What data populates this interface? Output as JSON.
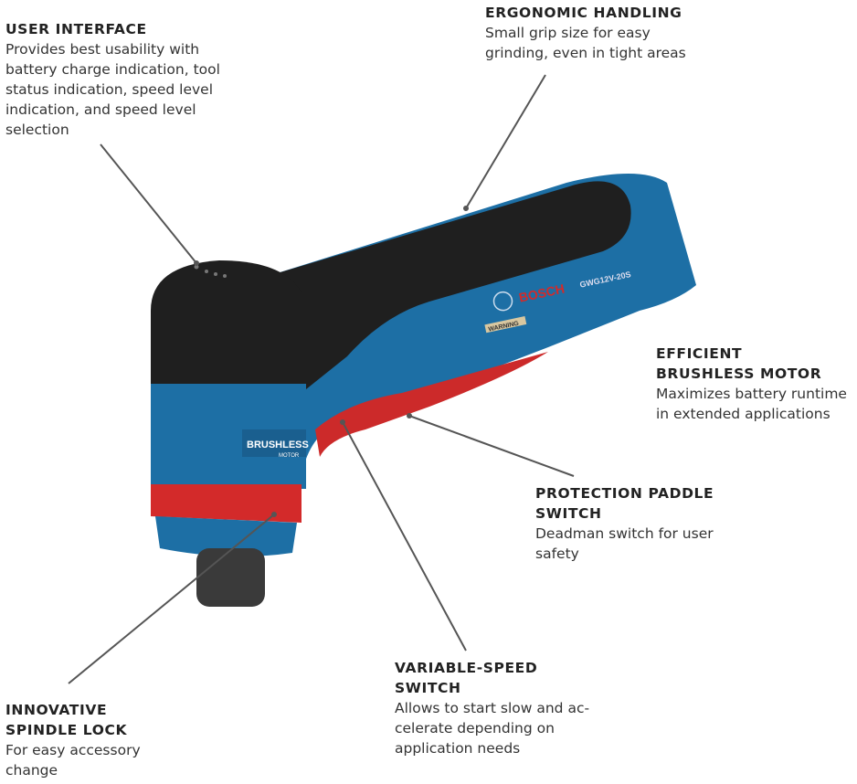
{
  "callouts": {
    "user_interface": {
      "title": "USER INTERFACE",
      "lines": [
        "Provides best usability with",
        "battery charge indication, tool",
        "status indication, speed level",
        "indication, and speed level",
        "selection"
      ]
    },
    "ergonomic": {
      "title": "ERGONOMIC HANDLING",
      "lines": [
        "Small grip size for easy",
        "grinding, even in tight areas"
      ]
    },
    "motor": {
      "title_lines": [
        "EFFICIENT",
        "BRUSHLESS MOTOR"
      ],
      "lines": [
        "Maximizes battery runtime",
        "in extended applications"
      ]
    },
    "paddle": {
      "title_lines": [
        "PROTECTION PADDLE",
        "SWITCH"
      ],
      "lines": [
        "Deadman switch for user",
        "safety"
      ]
    },
    "speed": {
      "title_lines": [
        "VARIABLE-SPEED",
        "SWITCH"
      ],
      "lines": [
        "Allows to start slow and ac-",
        "celerate depending on",
        "application needs"
      ]
    },
    "spindle": {
      "title_lines": [
        "INNOVATIVE",
        "SPINDLE LOCK"
      ],
      "lines": [
        "For easy accessory",
        "change"
      ]
    }
  },
  "tool_labels": {
    "brand": "BOSCH",
    "model": "GWG12V-20S",
    "badge": "BRUSHLESS",
    "badge_sub": "MOTOR",
    "warning": "WARNING"
  },
  "colors": {
    "blue": "#1d6fa5",
    "black": "#1e1e1e",
    "red": "#d32a2a",
    "line": "#555555"
  }
}
